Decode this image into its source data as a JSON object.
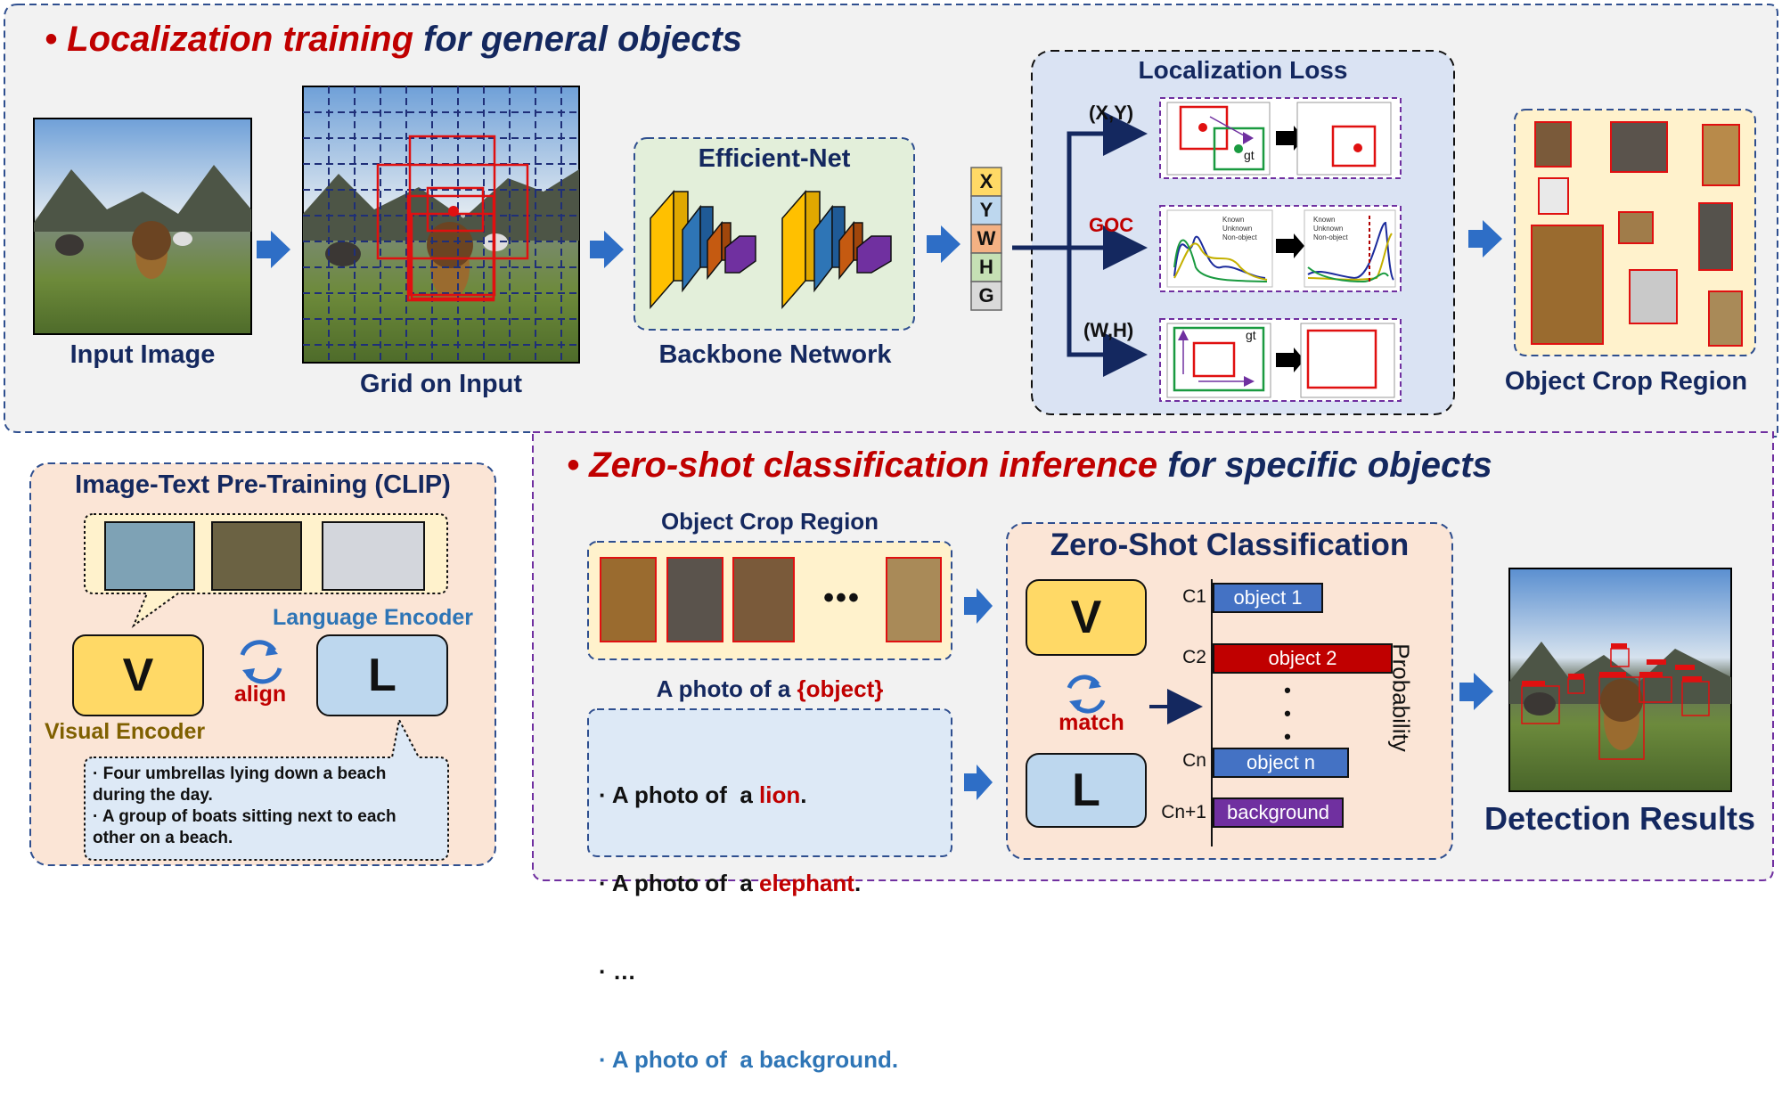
{
  "top_section": {
    "bullet": "•",
    "title_red": "Localization training",
    "title_blue": "for general objects",
    "input_image_label": "Input Image",
    "grid_label": "Grid on Input",
    "backbone_title": "Efficient-Net",
    "backbone_label": "Backbone Network",
    "output_channels": [
      "X",
      "Y",
      "W",
      "H",
      "G"
    ],
    "loss": {
      "title": "Localization Loss",
      "xy_label": "(X,Y)",
      "goc_label": "GOC",
      "wh_label": "(W,H)",
      "gt_label": "gt",
      "legend": [
        "Known",
        "Unknown",
        "Non-object"
      ]
    },
    "crop_label": "Object Crop Region"
  },
  "clip": {
    "title": "Image-Text Pre-Training (CLIP)",
    "v_label": "V",
    "l_label": "L",
    "align_label": "align",
    "visual_encoder": "Visual Encoder",
    "language_encoder": "Language Encoder",
    "caption_1": "· Four umbrellas lying down a beach during the day.",
    "caption_2": "· A group of boats sitting next to each other on a beach."
  },
  "bottom_section": {
    "bullet": "•",
    "title_red": "Zero-shot classification inference",
    "title_blue": "for specific objects",
    "crop_title": "Object Crop Region",
    "ellipsis": "•••",
    "prompt_prefix": "A photo of a ",
    "prompt_object": "{object}",
    "prompts": [
      {
        "bullet": "· ",
        "prefix": "A photo of  a ",
        "word": "lion",
        "suffix": "."
      },
      {
        "bullet": "· ",
        "prefix": "A photo of  a ",
        "word": "elephant",
        "suffix": "."
      },
      {
        "bullet": "· ",
        "prefix": "…",
        "word": "",
        "suffix": ""
      },
      {
        "bullet": "· ",
        "prefix": "A photo of  a background.",
        "word": "",
        "suffix": ""
      }
    ],
    "zs_title": "Zero-Shot Classification",
    "v_label": "V",
    "l_label": "L",
    "match_label": "match",
    "classes": [
      {
        "label": "C1",
        "name": "object 1"
      },
      {
        "label": "C2",
        "name": "object 2"
      },
      {
        "label": "Cn",
        "name": "object n"
      },
      {
        "label": "Cn+1",
        "name": "background"
      }
    ],
    "class_scores": [
      0.42,
      0.69,
      0.52,
      0.5
    ],
    "vdots": "•\n•\n•",
    "probability_label": "Probability",
    "detection_label": "Detection Results"
  },
  "colors": {
    "navy": "#14285f",
    "red": "#c00000",
    "arrow_blue": "#2e6ec6",
    "yellow_box": "#ffd966",
    "blue_box": "#bdd7ee",
    "class_blue": "#4472c4",
    "class_red": "#c00000",
    "class_purple": "#7030a0"
  }
}
